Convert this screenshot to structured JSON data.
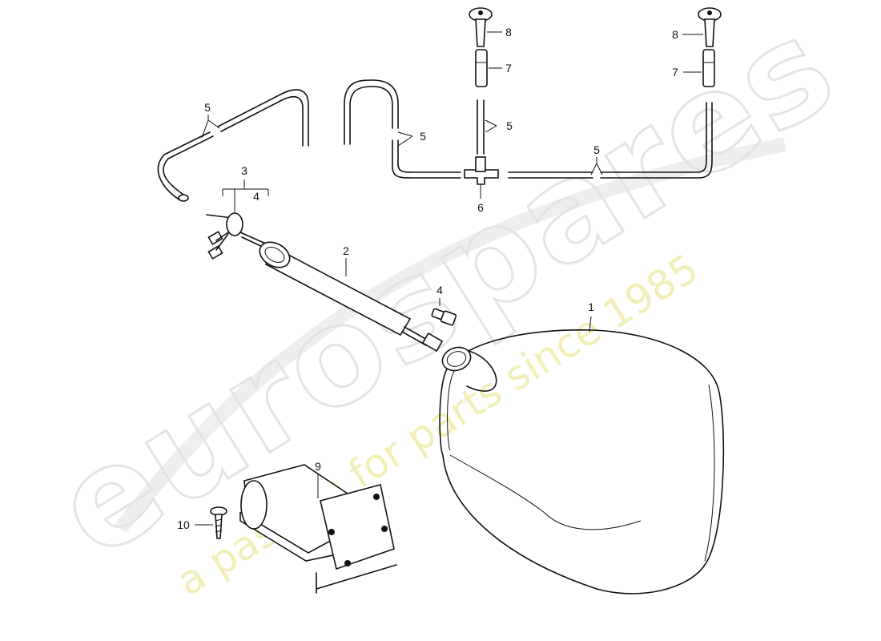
{
  "watermark": {
    "brand": "eurospares",
    "tagline": "a passion for parts since 1985"
  },
  "callouts": {
    "c1": "1",
    "c2": "2",
    "c3": "3",
    "c4a": "4",
    "c4b": "4",
    "c5a": "5",
    "c5b": "5",
    "c5c": "5",
    "c5d": "5",
    "c6": "6",
    "c7a": "7",
    "c7b": "7",
    "c8a": "8",
    "c8b": "8",
    "c9": "9",
    "c10": "10"
  }
}
